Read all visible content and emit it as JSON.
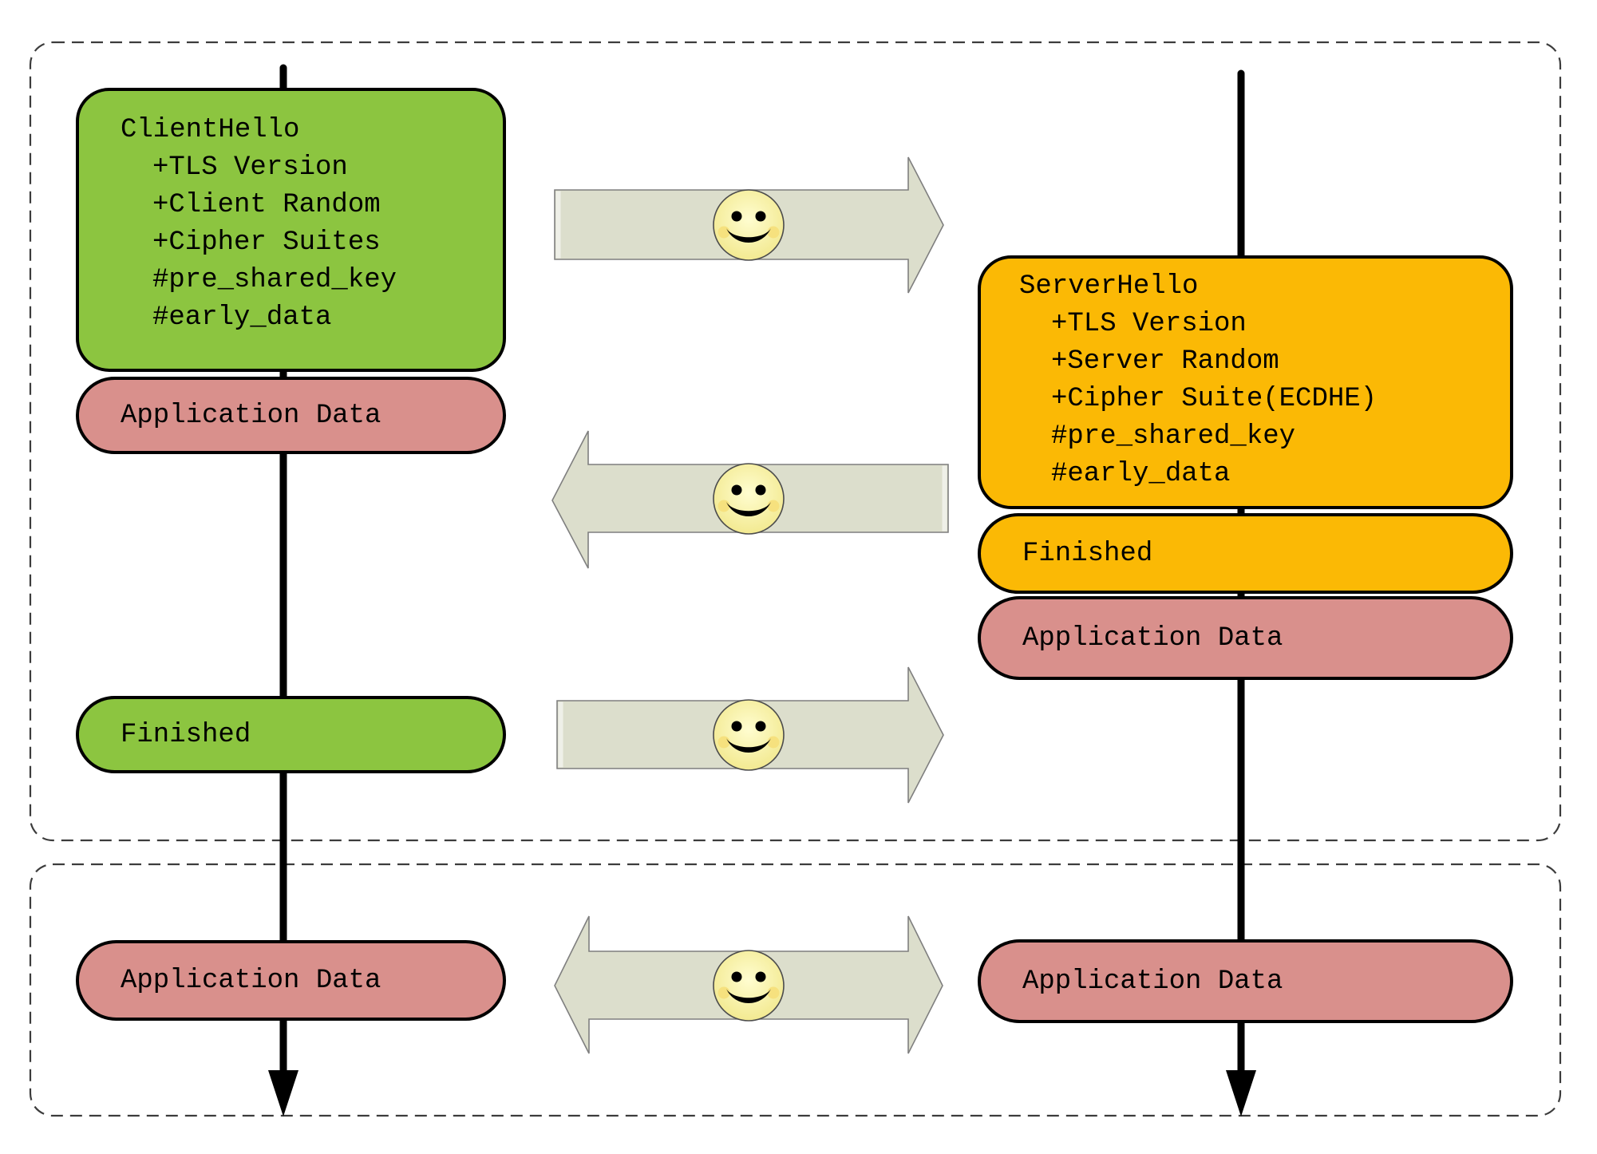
{
  "colors": {
    "client-box": "#8cc540",
    "server-box": "#fbb905",
    "appdata-box": "#d9908c",
    "arrow-fill": "#dcdecc",
    "arrow-stroke": "#7f7f7f",
    "smiley-core": "#fffdd0",
    "smiley-edge": "#f1e789",
    "smiley-blush": "#f6e17e",
    "dashed-border": "#3c3c3c"
  },
  "client": {
    "hello_title": "ClientHello",
    "hello_items": [
      "+TLS Version",
      "+Client Random",
      "+Cipher Suites",
      "#pre_shared_key",
      "#early_data"
    ],
    "early_app_data": "Application Data",
    "finished": "Finished",
    "app_data": "Application Data"
  },
  "server": {
    "hello_title": "ServerHello",
    "hello_items": [
      "+TLS Version",
      "+Server Random",
      "+Cipher Suite(ECDHE)",
      "#pre_shared_key",
      "#early_data"
    ],
    "finished": "Finished",
    "app_data_first": "Application Data",
    "app_data": "Application Data"
  },
  "arrows": [
    {
      "direction": "client-to-server"
    },
    {
      "direction": "server-to-client"
    },
    {
      "direction": "client-to-server"
    },
    {
      "direction": "bidirectional"
    }
  ]
}
